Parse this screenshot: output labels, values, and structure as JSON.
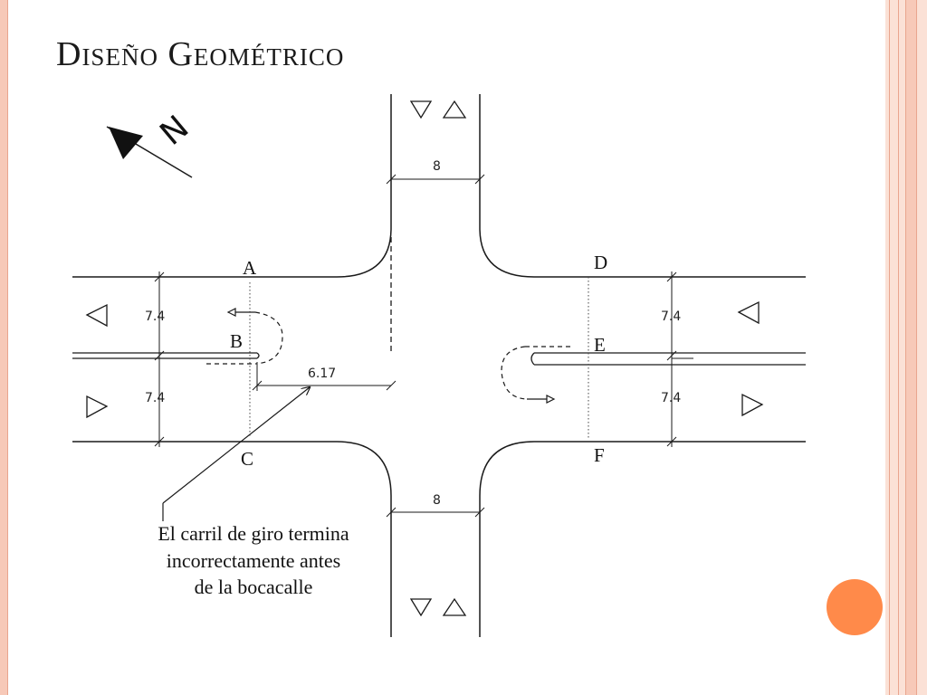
{
  "title": "Diseño Geométrico",
  "north_label": "N",
  "points": {
    "a": "A",
    "b": "B",
    "c": "C",
    "d": "D",
    "e": "E",
    "f": "F"
  },
  "dimensions": {
    "top_width": "8",
    "bottom_width": "8",
    "left_upper_lane": "7.4",
    "left_lower_lane": "7.4",
    "right_upper_lane": "7.4",
    "right_lower_lane": "7.4",
    "turn_lane_gap": "6.17"
  },
  "annotation": {
    "line1": "El carril de giro termina",
    "line2": "incorrectamente antes",
    "line3": "de la bocacalle"
  },
  "colors": {
    "accent": "#ff8a4a",
    "border": "#f7c9b8",
    "lines": "#1a1a1a"
  }
}
